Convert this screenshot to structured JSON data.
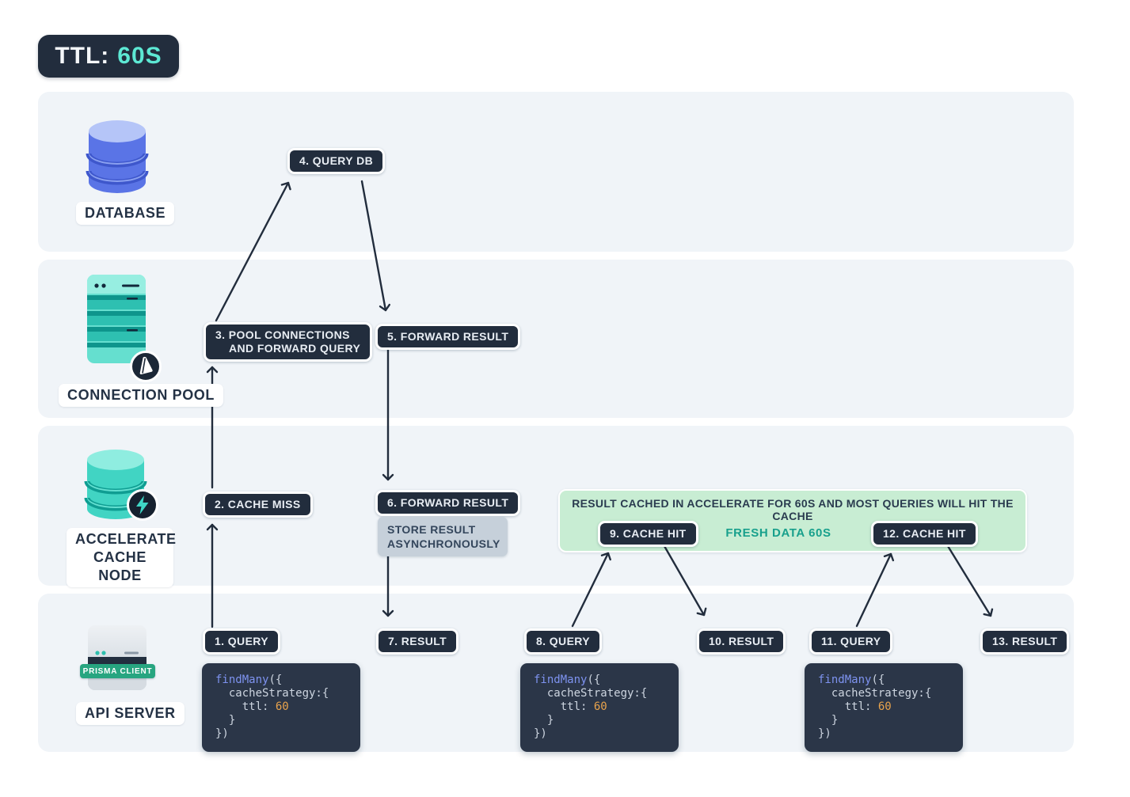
{
  "ttl_badge": {
    "label": "TTL:",
    "value": "60S"
  },
  "nodes": {
    "database": {
      "label": "DATABASE"
    },
    "connection_pool": {
      "label": "CONNECTION POOL"
    },
    "accelerate": {
      "label_line1": "ACCELERATE",
      "label_line2": "CACHE NODE"
    },
    "api_server": {
      "label": "API SERVER",
      "client_badge": "PRISMA CLIENT"
    }
  },
  "steps": {
    "query1": "1. QUERY",
    "cache_miss": "2. CACHE MISS",
    "pool_line1": "3. POOL CONNECTIONS",
    "pool_line2": "AND FORWARD QUERY",
    "query_db": "4. QUERY DB",
    "forward5": "5. FORWARD RESULT",
    "forward6": "6. FORWARD RESULT",
    "result7": "7. RESULT",
    "query8": "8. QUERY",
    "cache_hit9": "9. CACHE HIT",
    "result10": "10. RESULT",
    "query11": "11. QUERY",
    "cache_hit12": "12. CACHE HIT",
    "result13": "13. RESULT"
  },
  "annotations": {
    "store_line1": "STORE RESULT",
    "store_line2": "ASYNCHRONOUSLY",
    "banner": "RESULT CACHED IN ACCELERATE FOR 60S AND MOST QUERIES WILL HIT THE CACHE",
    "fresh_data": "FRESH DATA 60S"
  },
  "code": {
    "fn": "findMany",
    "open": "({",
    "line2": "  cacheStrategy:{",
    "ttl_label": "    ttl: ",
    "ttl_value": "60",
    "line4": "  }",
    "line5": "})"
  },
  "icons": {
    "database": "blue-database-cylinder-icon",
    "connection_pool": "teal-server-rack-icon",
    "prisma_badge": "prisma-logo-icon",
    "accelerate": "teal-cache-cylinder-icon",
    "lightning_badge": "lightning-bolt-icon",
    "api_server": "grey-server-box-icon"
  },
  "colors": {
    "pill_dark": "#222d3d",
    "band_bg": "#f0f4f8",
    "banner_bg": "#c8edd3",
    "banner_text": "#2a3b4f",
    "fresh_data": "#18a08c",
    "note_bg": "#c6d0da",
    "code_bg": "#2b3648",
    "code_fn": "#7e93f0",
    "code_num": "#e8a34c",
    "ttl_value": "#5de8d4",
    "teal": "#41d4c3",
    "blue": "#5a74e6",
    "client_badge_bg": "#27a580"
  }
}
